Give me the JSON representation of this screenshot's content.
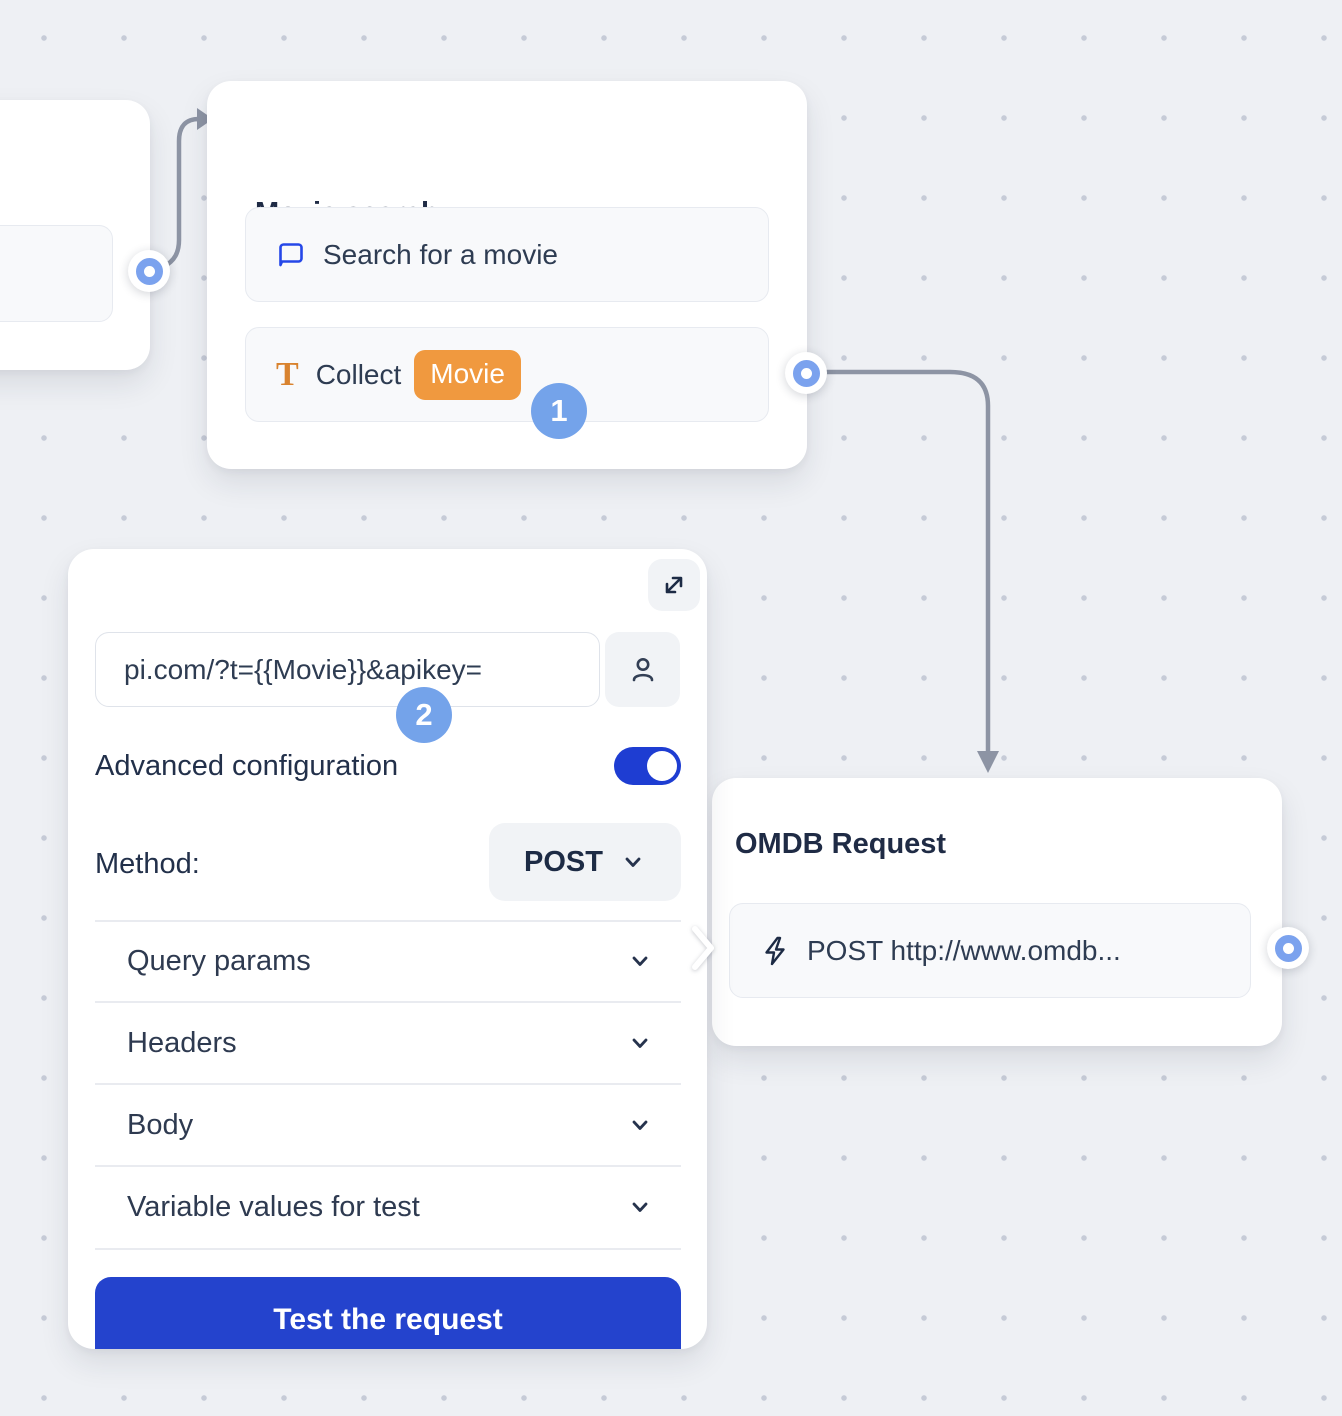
{
  "flow": {
    "movie_search": {
      "title": "Movie search",
      "items": [
        {
          "icon": "chat-bubble-icon",
          "label": "Search for a movie"
        },
        {
          "icon": "text-input-icon",
          "label": "Collect",
          "badge": "Movie"
        }
      ]
    },
    "omdb": {
      "title": "OMDB Request",
      "item_label": "POST http://www.omdb..."
    },
    "annotations": {
      "step1": "1",
      "step2": "2"
    }
  },
  "panel": {
    "url_value": "pi.com/?t={{Movie}}&apikey=",
    "advanced_label": "Advanced configuration",
    "toggle_state": "on",
    "method_label": "Method:",
    "method_value": "POST",
    "sections": [
      "Query params",
      "Headers",
      "Body",
      "Variable values for test"
    ],
    "test_button_label": "Test the request"
  },
  "colors": {
    "accent_blue": "#2443cd",
    "toggle_blue": "#1e3dd2",
    "step_badge_blue": "#74a3ea",
    "port_ring_blue": "#7ba2ee",
    "variable_orange": "#f0993f",
    "t_icon_orange": "#d9832f",
    "chat_icon_blue": "#2547e8",
    "connector_gray": "#8d94a4",
    "canvas_background": "#eef0f4"
  }
}
